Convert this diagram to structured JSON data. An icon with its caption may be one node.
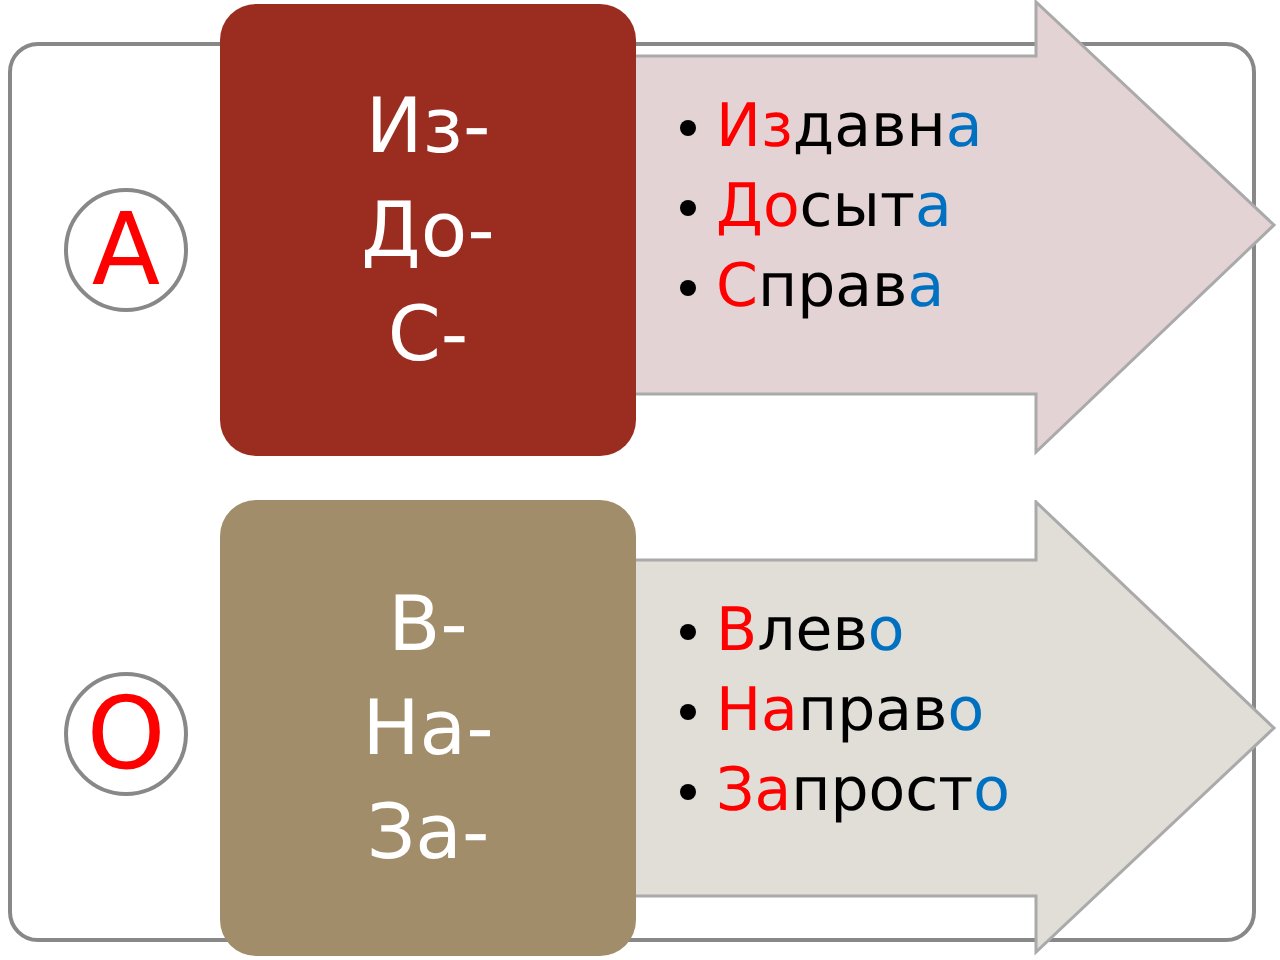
{
  "diagram": {
    "nodes": [
      {
        "text": [
          "Из-",
          "До-",
          "С-"
        ]
      },
      {
        "text": [
          "Издавна",
          "Досыта",
          "Справа"
        ]
      },
      {
        "text": [
          "А"
        ]
      },
      {
        "text": [
          "В-",
          "На-",
          "За-"
        ]
      },
      {
        "text": [
          "Влево",
          "Направо",
          "Запросто"
        ]
      },
      {
        "text": [
          "О"
        ]
      }
    ]
  }
}
